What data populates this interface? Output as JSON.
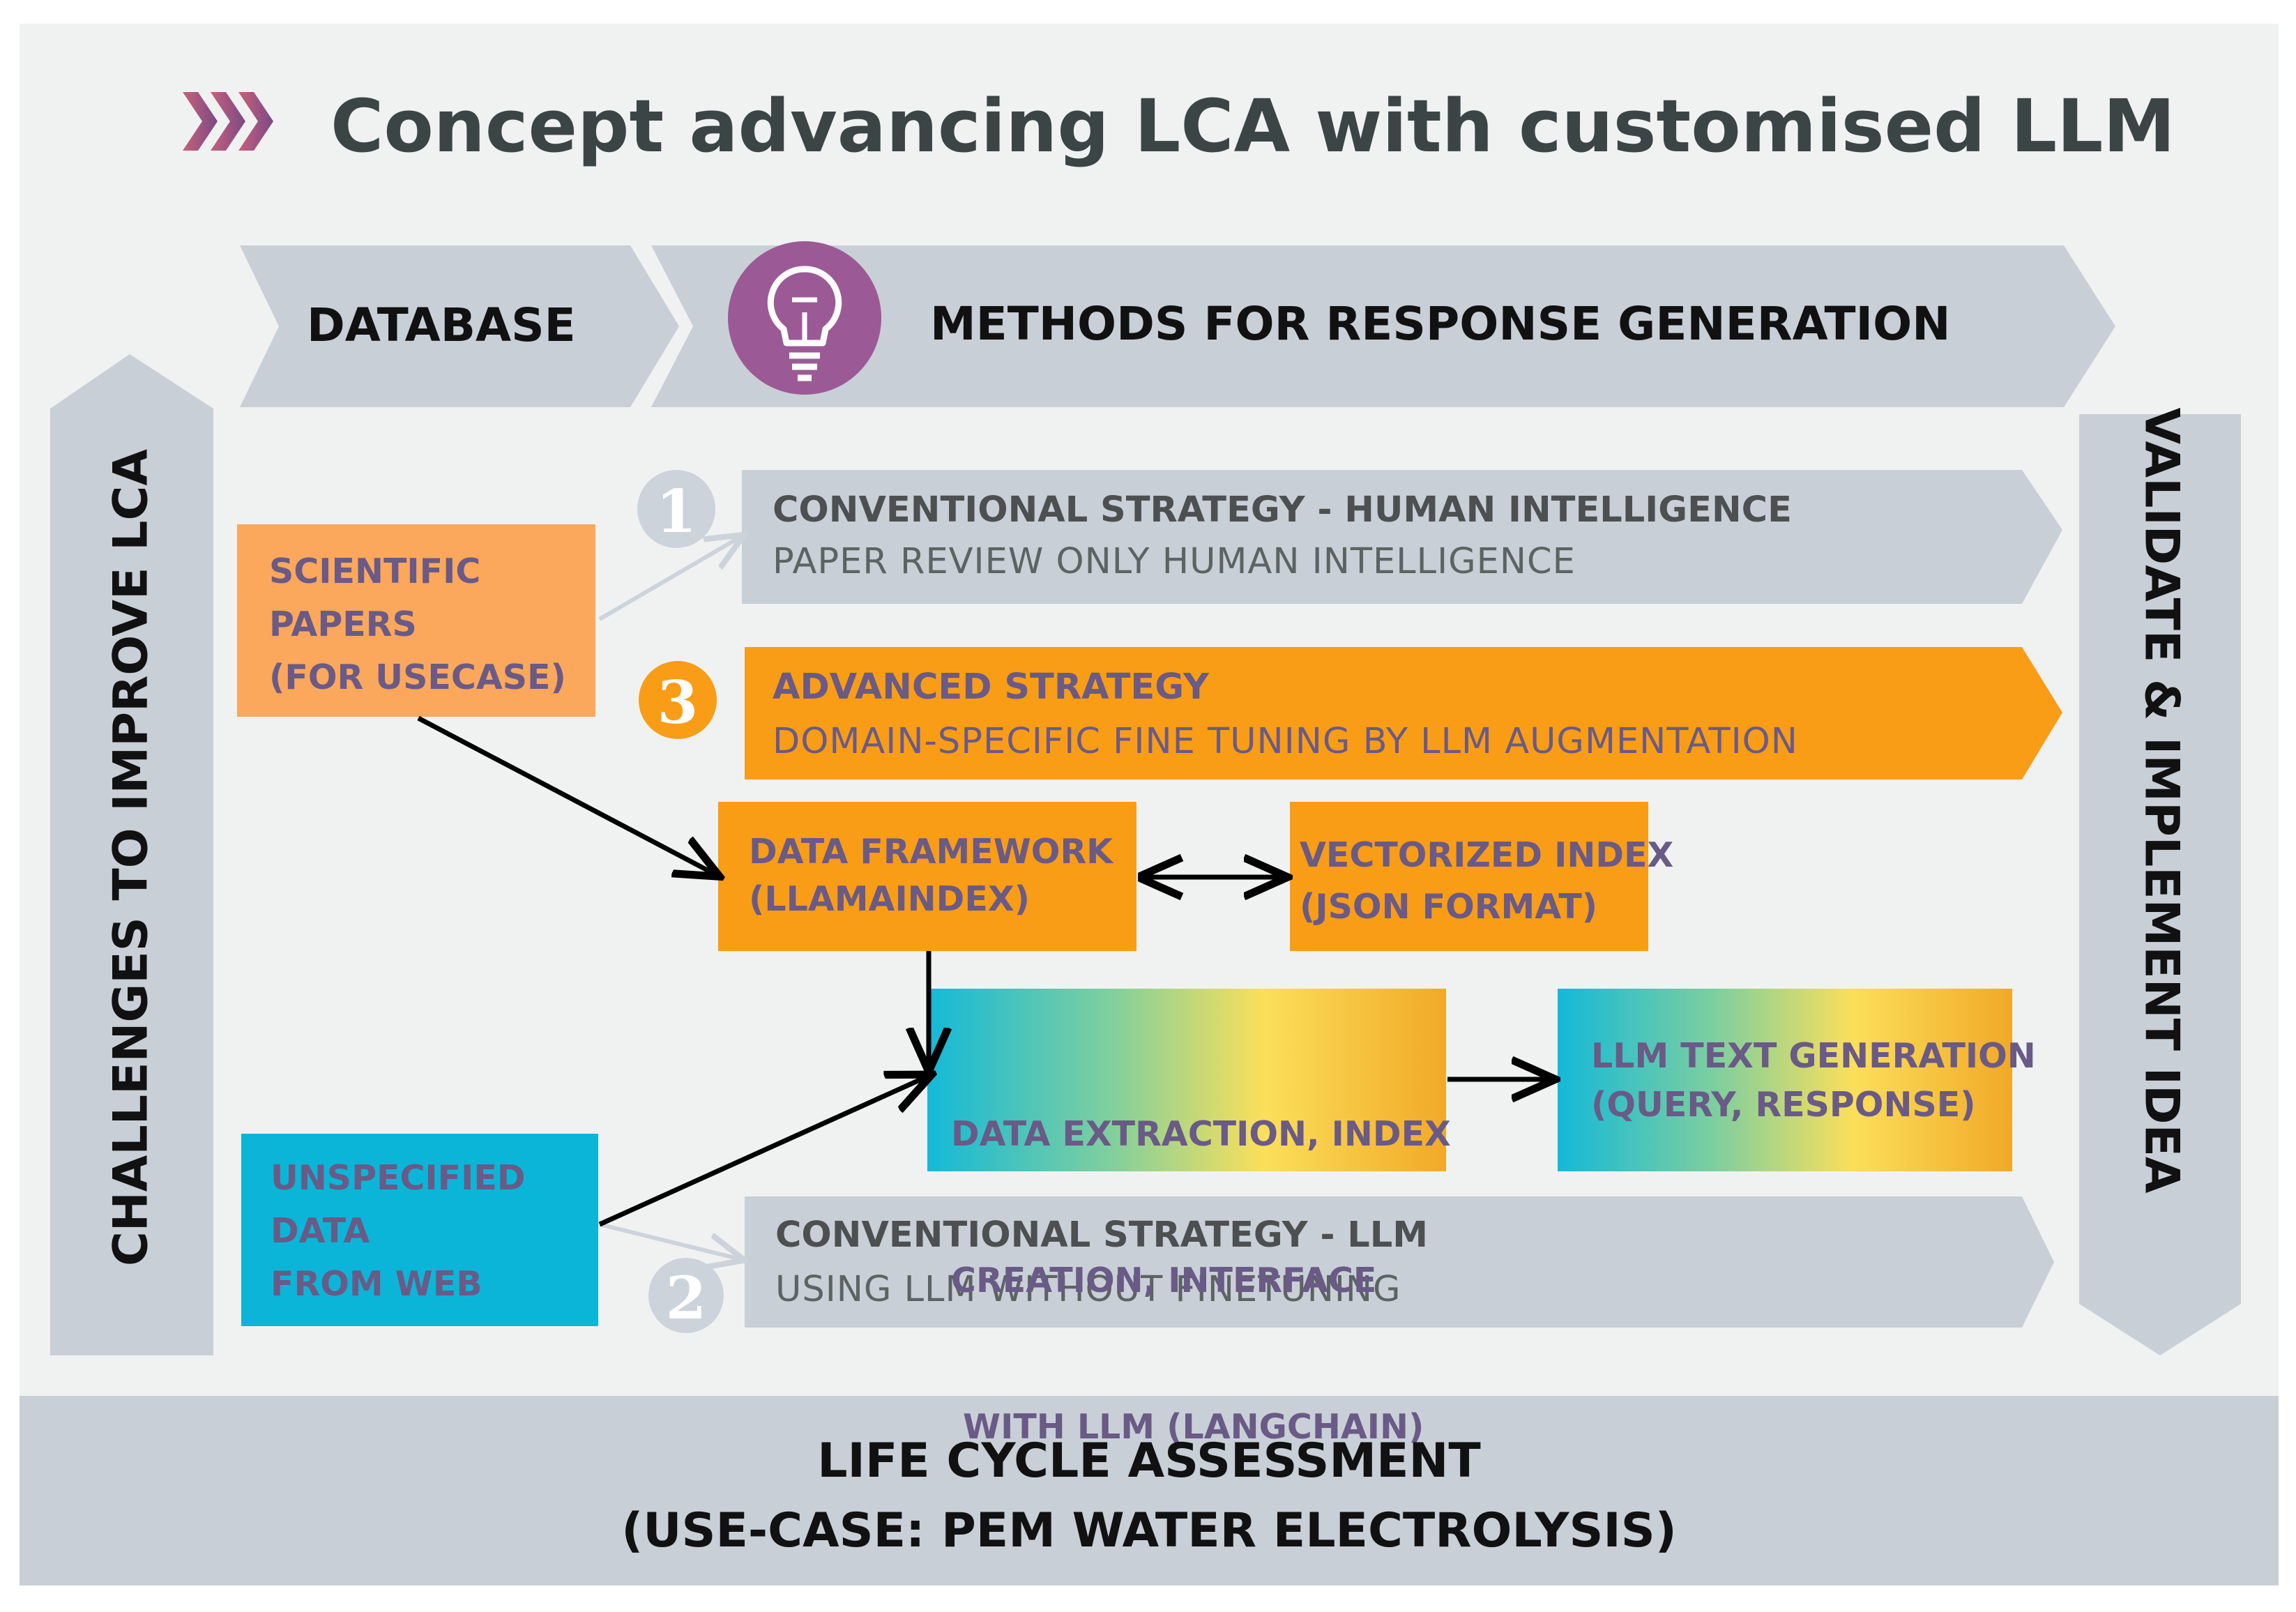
{
  "title": "Concept advancing LCA with customised LLM",
  "header": {
    "database": "DATABASE",
    "methods": "METHODS FOR RESPONSE GENERATION"
  },
  "left_banner": "CHALLENGES TO IMPROVE LCA",
  "right_banner": "VALIDATE & IMPLEMENT IDEA",
  "sources": {
    "scientific": [
      "SCIENTIFIC",
      "PAPERS",
      "(FOR USECASE)"
    ],
    "web": [
      "UNSPECIFIED",
      "DATA",
      "FROM WEB"
    ]
  },
  "strategies": {
    "one": {
      "number": "1",
      "title": "CONVENTIONAL STRATEGY - HUMAN INTELLIGENCE",
      "subtitle": "PAPER REVIEW ONLY HUMAN INTELLIGENCE"
    },
    "three": {
      "number": "3",
      "title": "ADVANCED STRATEGY",
      "subtitle": "DOMAIN-SPECIFIC FINE TUNING BY LLM AUGMENTATION"
    },
    "two": {
      "number": "2",
      "title": "CONVENTIONAL STRATEGY -  LLM",
      "subtitle": "USING LLM WITHOUT FINETUNING"
    }
  },
  "pipeline": {
    "framework": [
      "DATA FRAMEWORK",
      "(LLAMAINDEX)"
    ],
    "vector_index": [
      "VECTORIZED INDEX",
      "(JSON FORMAT)"
    ],
    "extraction": [
      "DATA EXTRACTION, INDEX",
      "CREATION, INTERFACE",
      " WITH LLM (LANGCHAIN)"
    ],
    "generation": [
      "LLM TEXT GENERATION",
      "(QUERY, RESPONSE)"
    ]
  },
  "footer": {
    "line1": "LIFE CYCLE ASSESSMENT",
    "line2": "(USE-CASE:  PEM WATER ELECTROLYSIS)"
  },
  "colors": {
    "background": "#f0f2f2",
    "banner": "#c9cfd7",
    "orange_light": "#fba75c",
    "orange": "#f99d17",
    "cyan": "#0bb5d8",
    "purple": "#9b5a95",
    "title_text": "#3c4546",
    "box_text": "#6a5a86"
  },
  "icons": [
    "chevrons-icon",
    "lightbulb-icon"
  ]
}
